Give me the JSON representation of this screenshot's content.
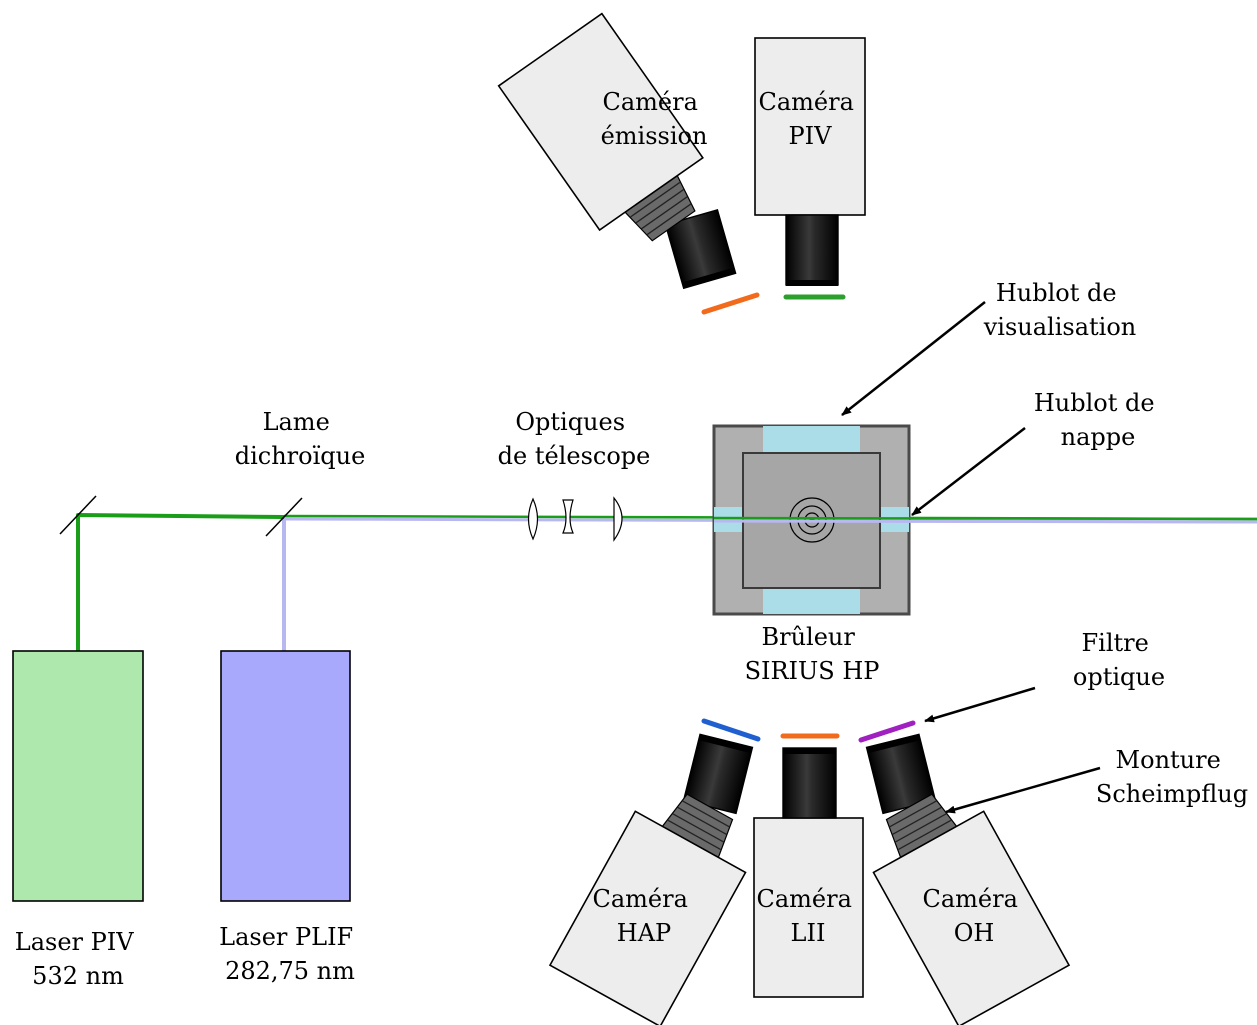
{
  "labels": {
    "laser_piv": [
      "Laser PIV",
      "532 nm"
    ],
    "laser_plif": [
      "Laser PLIF",
      "282,75 nm"
    ],
    "dichroic": [
      "Lame",
      "dichroïque"
    ],
    "telescope": [
      "Optiques",
      "de télescope"
    ],
    "burner": [
      "Brûleur",
      "SIRIUS HP"
    ],
    "vis_window": [
      "Hublot de",
      "visualisation"
    ],
    "sheet_window": [
      "Hublot de",
      "nappe"
    ],
    "filter": [
      "Filtre",
      "optique"
    ],
    "scheimpflug": [
      "Monture",
      "Scheimpflug"
    ],
    "cam_emission": [
      "Caméra",
      "émission"
    ],
    "cam_piv": [
      "Caméra",
      "PIV"
    ],
    "cam_hap": [
      "Caméra",
      "HAP"
    ],
    "cam_lii": [
      "Caméra",
      "LII"
    ],
    "cam_oh": [
      "Caméra",
      "OH"
    ]
  },
  "colors": {
    "piv_beam": "#1a9e1a",
    "plif_beam": "#b8b8f0",
    "laser_piv_fill": "#aee8ac",
    "laser_plif_fill": "#a8a8fc",
    "window": "#aadde8",
    "burner_outer": "#b0b0b0",
    "burner_inner": "#a6a6a6",
    "filter_emission": "#f26a1b",
    "filter_piv": "#2ca02c",
    "filter_hap": "#1f5fcf",
    "filter_lii": "#f26a1b",
    "filter_oh": "#a020c0"
  },
  "icons": {
    "mirror": "diagonal-line",
    "lens": "convex-concave-lenses",
    "burner": "concentric-circles",
    "camera": "box-with-lens-tube"
  }
}
